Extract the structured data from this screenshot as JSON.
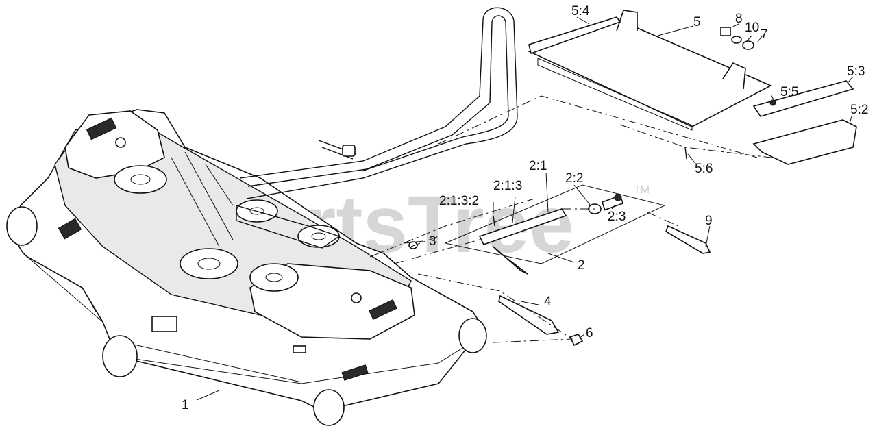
{
  "watermark": {
    "text": "PartsTree",
    "trademark": "TM"
  },
  "callouts": [
    {
      "id": "c-1",
      "label": "1"
    },
    {
      "id": "c-2",
      "label": "2"
    },
    {
      "id": "c-2-1",
      "label": "2:1"
    },
    {
      "id": "c-2-1-3",
      "label": "2:1:3"
    },
    {
      "id": "c-2-1-3-2",
      "label": "2:1:3:2"
    },
    {
      "id": "c-2-2",
      "label": "2:2"
    },
    {
      "id": "c-2-3",
      "label": "2:3"
    },
    {
      "id": "c-3",
      "label": "3"
    },
    {
      "id": "c-4",
      "label": "4"
    },
    {
      "id": "c-5",
      "label": "5"
    },
    {
      "id": "c-5-2",
      "label": "5:2"
    },
    {
      "id": "c-5-3",
      "label": "5:3"
    },
    {
      "id": "c-5-4",
      "label": "5:4"
    },
    {
      "id": "c-5-5",
      "label": "5:5"
    },
    {
      "id": "c-5-6",
      "label": "5:6"
    },
    {
      "id": "c-6",
      "label": "6"
    },
    {
      "id": "c-7",
      "label": "7"
    },
    {
      "id": "c-8",
      "label": "8"
    },
    {
      "id": "c-9",
      "label": "9"
    },
    {
      "id": "c-10",
      "label": "10"
    }
  ]
}
